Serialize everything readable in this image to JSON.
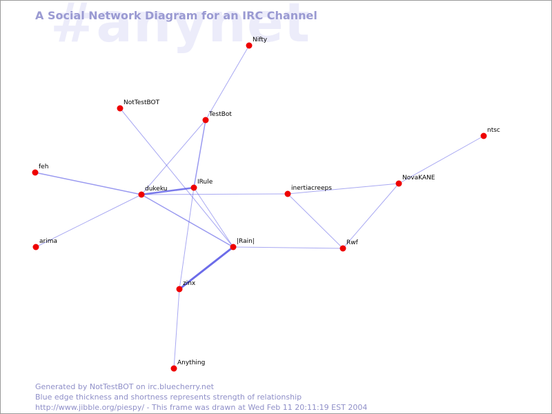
{
  "watermark": "#anynet",
  "title": "A Social Network Diagram for an IRC Channel",
  "footer": {
    "line1": "Generated by NotTestBOT on irc.bluecherry.net",
    "line2": "Blue edge thickness and shortness represents strength of relationship",
    "line3": "http://www.jibble.org/piespy/ - This frame was drawn at Wed Feb 11 20:11:19 EST 2004"
  },
  "colors": {
    "node": "#ee0000",
    "edge": "#5a5ae6",
    "title": "#9a9ad2",
    "watermark": "#ececfa",
    "footer": "#8f8fc8"
  },
  "nodes": [
    {
      "id": "nifty",
      "label": "Nifty"
    },
    {
      "id": "nottestbot",
      "label": "NotTestBOT"
    },
    {
      "id": "testbot",
      "label": "TestBot"
    },
    {
      "id": "ntsc",
      "label": "ntsc"
    },
    {
      "id": "feh",
      "label": "feh"
    },
    {
      "id": "novakane",
      "label": "NovaKANE"
    },
    {
      "id": "irule",
      "label": "IRule"
    },
    {
      "id": "dukeku",
      "label": "dukeku"
    },
    {
      "id": "inertiacreeps",
      "label": "inertiacreeps"
    },
    {
      "id": "arima",
      "label": "arima"
    },
    {
      "id": "irainl",
      "label": "|Rain|"
    },
    {
      "id": "rwf",
      "label": "Rwf"
    },
    {
      "id": "zinx",
      "label": "zinx"
    },
    {
      "id": "anything",
      "label": "Anything"
    }
  ],
  "edges": [
    {
      "from": "nifty",
      "to": "testbot",
      "weight": 1
    },
    {
      "from": "testbot",
      "to": "dukeku",
      "weight": 1
    },
    {
      "from": "testbot",
      "to": "irule",
      "weight": 1.5
    },
    {
      "from": "irule",
      "to": "zinx",
      "weight": 1
    },
    {
      "from": "nottestbot",
      "to": "irainl",
      "weight": 1
    },
    {
      "from": "feh",
      "to": "dukeku",
      "weight": 1.5
    },
    {
      "from": "arima",
      "to": "dukeku",
      "weight": 1
    },
    {
      "from": "dukeku",
      "to": "irule",
      "weight": 2.5
    },
    {
      "from": "dukeku",
      "to": "inertiacreeps",
      "weight": 1
    },
    {
      "from": "dukeku",
      "to": "irainl",
      "weight": 1.5
    },
    {
      "from": "irule",
      "to": "irainl",
      "weight": 1
    },
    {
      "from": "inertiacreeps",
      "to": "novakane",
      "weight": 1
    },
    {
      "from": "inertiacreeps",
      "to": "rwf",
      "weight": 1
    },
    {
      "from": "novakane",
      "to": "ntsc",
      "weight": 1
    },
    {
      "from": "novakane",
      "to": "rwf",
      "weight": 1
    },
    {
      "from": "irainl",
      "to": "rwf",
      "weight": 1
    },
    {
      "from": "irainl",
      "to": "zinx",
      "weight": 3
    },
    {
      "from": "zinx",
      "to": "anything",
      "weight": 1
    }
  ]
}
